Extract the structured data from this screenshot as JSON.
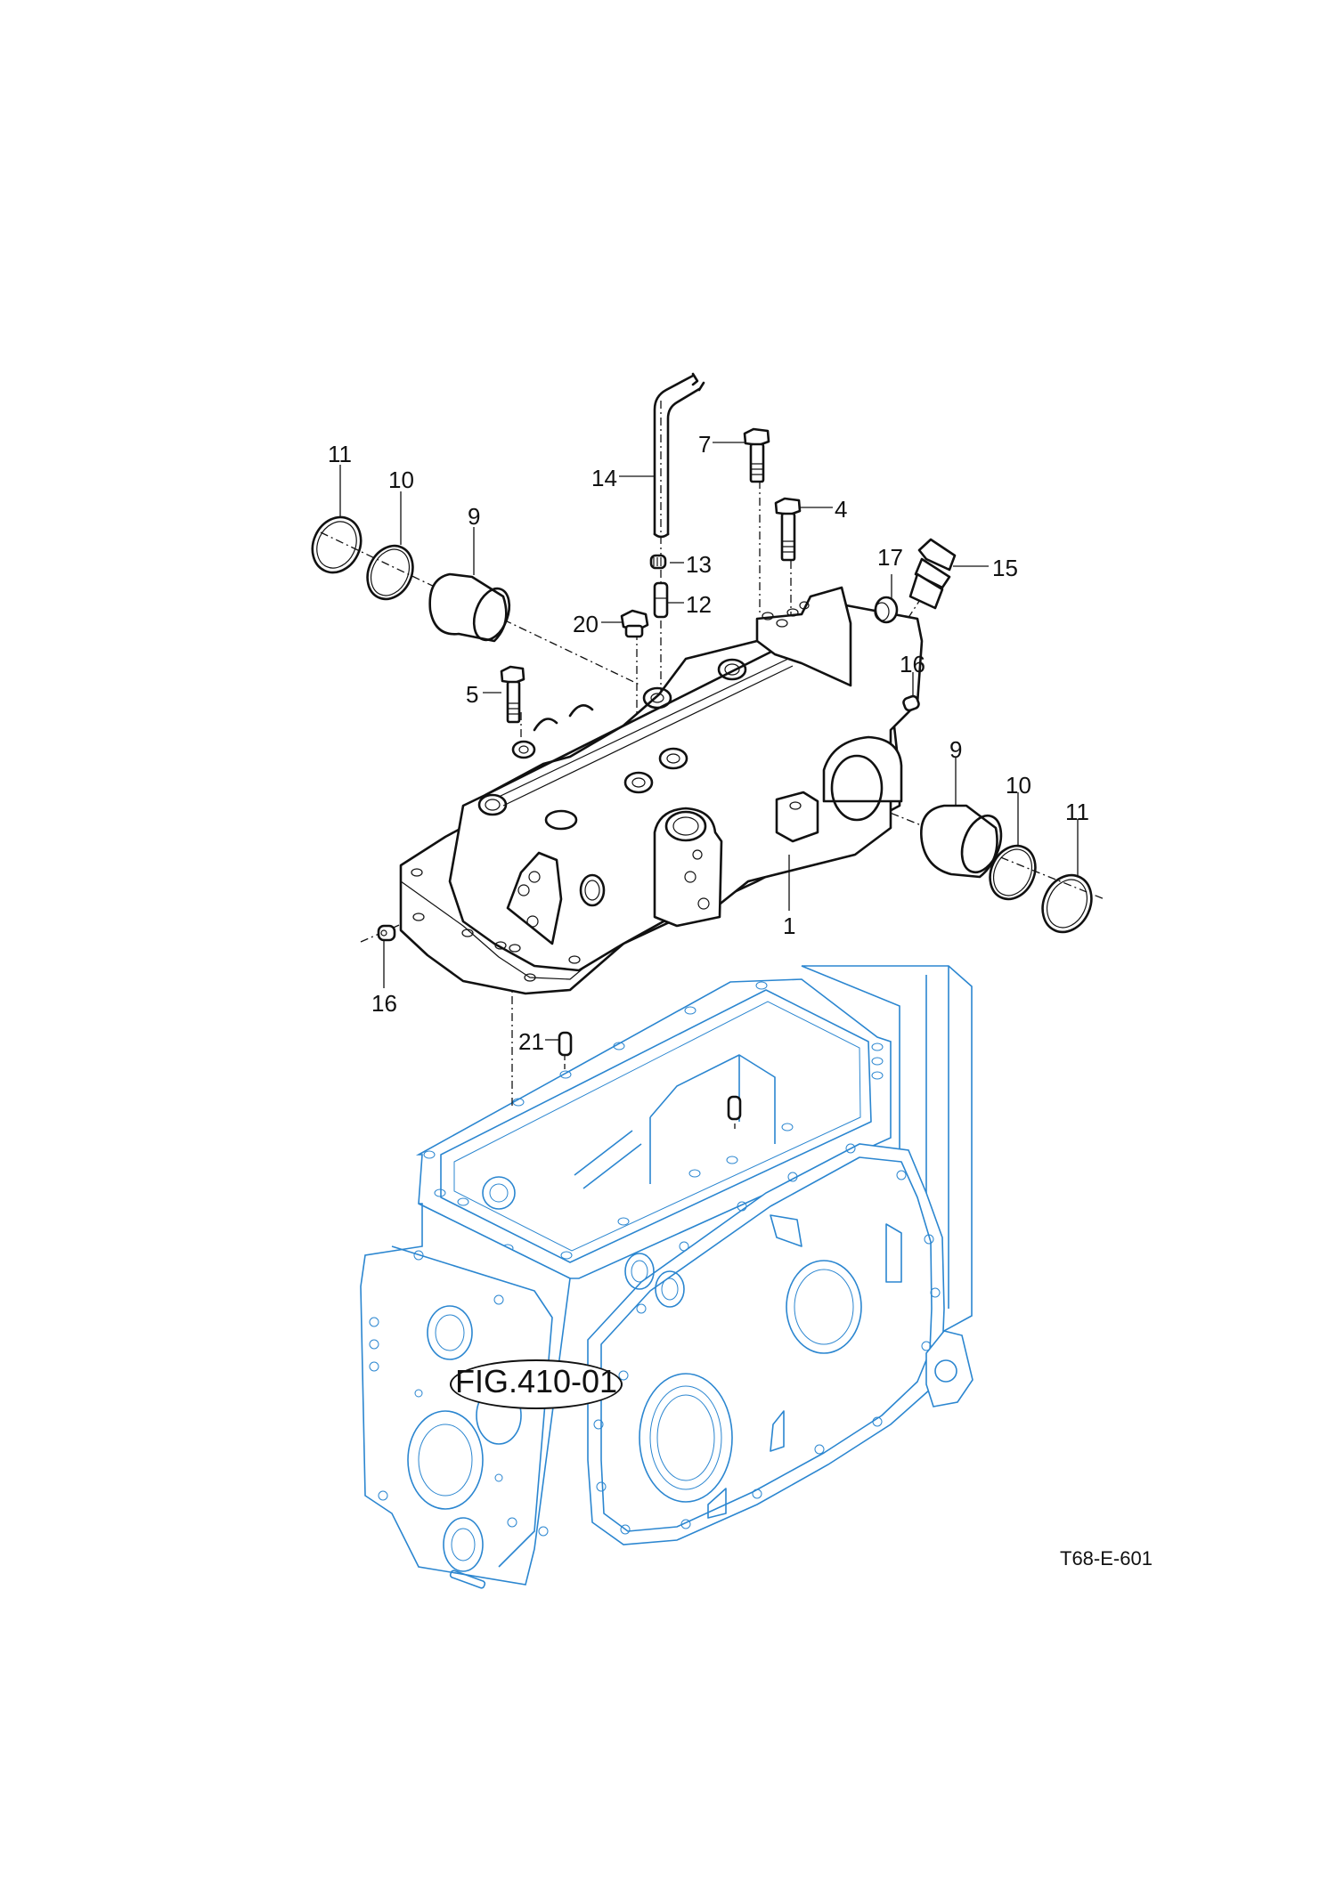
{
  "figure": {
    "drawing_code": "T68-E-601",
    "reference": "FIG.410-01",
    "colors": {
      "main_part": "#111111",
      "reference_part": "#2b86d0",
      "background": "#ffffff"
    }
  },
  "callouts": [
    {
      "id": "c11a",
      "label": "11"
    },
    {
      "id": "c10a",
      "label": "10"
    },
    {
      "id": "c9a",
      "label": "9"
    },
    {
      "id": "c14",
      "label": "14"
    },
    {
      "id": "c7",
      "label": "7"
    },
    {
      "id": "c4",
      "label": "4"
    },
    {
      "id": "c13",
      "label": "13"
    },
    {
      "id": "c12",
      "label": "12"
    },
    {
      "id": "c20",
      "label": "20"
    },
    {
      "id": "c17",
      "label": "17"
    },
    {
      "id": "c15",
      "label": "15"
    },
    {
      "id": "c16a",
      "label": "16"
    },
    {
      "id": "c5",
      "label": "5"
    },
    {
      "id": "c9b",
      "label": "9"
    },
    {
      "id": "c10b",
      "label": "10"
    },
    {
      "id": "c11b",
      "label": "11"
    },
    {
      "id": "c1",
      "label": "1"
    },
    {
      "id": "c16b",
      "label": "16"
    },
    {
      "id": "c21",
      "label": "21"
    }
  ]
}
